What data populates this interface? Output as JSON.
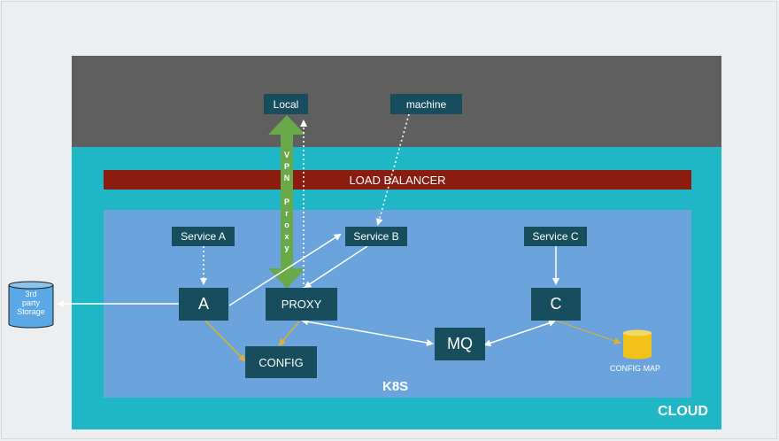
{
  "diagram": {
    "local_label": "Local",
    "machine_label": "machine",
    "load_balancer_label": "LOAD BALANCER",
    "vpn_label": "VPN Proxy",
    "vpn_letters": [
      "V",
      "P",
      "N",
      "P",
      "r",
      "o",
      "x",
      "y"
    ],
    "service_a_label": "Service A",
    "service_b_label": "Service B",
    "service_c_label": "Service C",
    "node_a_label": "A",
    "proxy_label": "PROXY",
    "node_c_label": "C",
    "mq_label": "MQ",
    "config_label": "CONFIG",
    "config_map_label": "CONFIG MAP",
    "k8s_label": "K8S",
    "cloud_label": "CLOUD",
    "storage_label_lines": [
      "3rd",
      "party",
      "Storage"
    ]
  },
  "colors": {
    "cloud": "#1fb7c5",
    "external_zone": "#5f5f5f",
    "k8s": "#6ba4dc",
    "load_balancer": "#8b1d10",
    "node": "#174d5c",
    "vpn_arrow": "#6aa94a",
    "config_arrow": "#e0b22a",
    "storage": "#5aa9e6",
    "config_map": "#f2c21a"
  }
}
